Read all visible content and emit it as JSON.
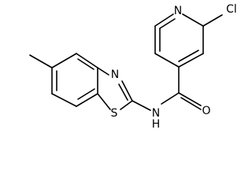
{
  "molecule": {
    "atoms": {
      "cl": "Cl",
      "n_pyridine": "N",
      "o_carbonyl": "O",
      "n_amide": "N",
      "h_amide": "H",
      "s_thiazole": "S",
      "n_thiazole": "N"
    }
  },
  "colors": {
    "bond": "#000000",
    "label": "#000000",
    "background": "#ffffff"
  }
}
